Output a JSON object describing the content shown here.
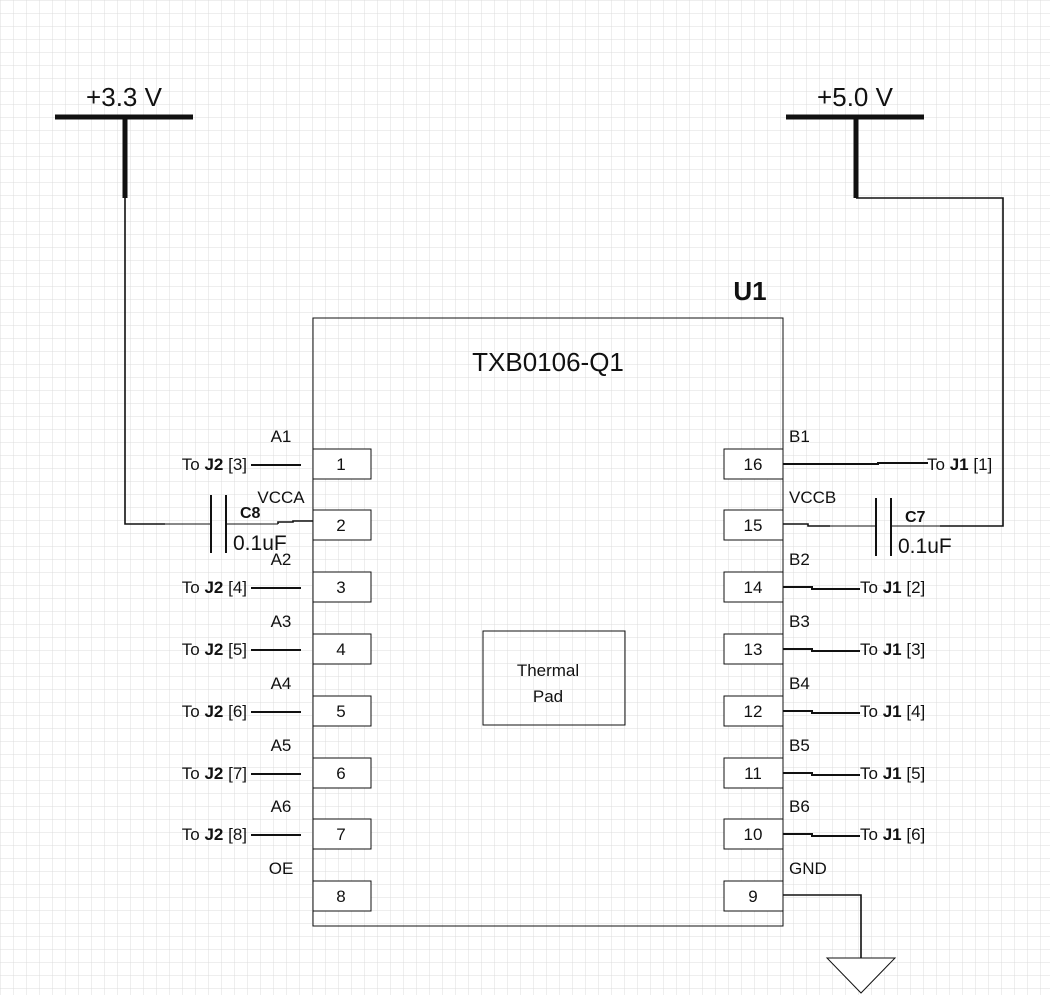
{
  "rails": {
    "v33": "+3.3 V",
    "v50": "+5.0 V"
  },
  "chip": {
    "ref": "U1",
    "part": "TXB0106-Q1",
    "pad_line1": "Thermal",
    "pad_line2": "Pad"
  },
  "caps": {
    "c8": {
      "ref": "C8",
      "value": "0.1uF"
    },
    "c7": {
      "ref": "C7",
      "value": "0.1uF"
    }
  },
  "left_pins": [
    {
      "num": "1",
      "name": "A1",
      "to": "To",
      "conn": "J2",
      "pin": "[3]"
    },
    {
      "num": "2",
      "name": "VCCA"
    },
    {
      "num": "3",
      "name": "A2",
      "to": "To",
      "conn": "J2",
      "pin": "[4]"
    },
    {
      "num": "4",
      "name": "A3",
      "to": "To",
      "conn": "J2",
      "pin": "[5]"
    },
    {
      "num": "5",
      "name": "A4",
      "to": "To",
      "conn": "J2",
      "pin": "[6]"
    },
    {
      "num": "6",
      "name": "A5",
      "to": "To",
      "conn": "J2",
      "pin": "[7]"
    },
    {
      "num": "7",
      "name": "A6",
      "to": "To",
      "conn": "J2",
      "pin": "[8]"
    },
    {
      "num": "8",
      "name": "OE"
    }
  ],
  "right_pins": [
    {
      "num": "16",
      "name": "B1",
      "to": "To",
      "conn": "J1",
      "pin": "[1]"
    },
    {
      "num": "15",
      "name": "VCCB"
    },
    {
      "num": "14",
      "name": "B2",
      "to": "To",
      "conn": "J1",
      "pin": "[2]"
    },
    {
      "num": "13",
      "name": "B3",
      "to": "To",
      "conn": "J1",
      "pin": "[3]"
    },
    {
      "num": "12",
      "name": "B4",
      "to": "To",
      "conn": "J1",
      "pin": "[4]"
    },
    {
      "num": "11",
      "name": "B5",
      "to": "To",
      "conn": "J1",
      "pin": "[5]"
    },
    {
      "num": "10",
      "name": "B6",
      "to": "To",
      "conn": "J1",
      "pin": "[6]"
    },
    {
      "num": "9",
      "name": "GND"
    }
  ],
  "colors": {
    "grid": "#dcdcdc",
    "wire": "#111111",
    "background": "#ffffff"
  }
}
